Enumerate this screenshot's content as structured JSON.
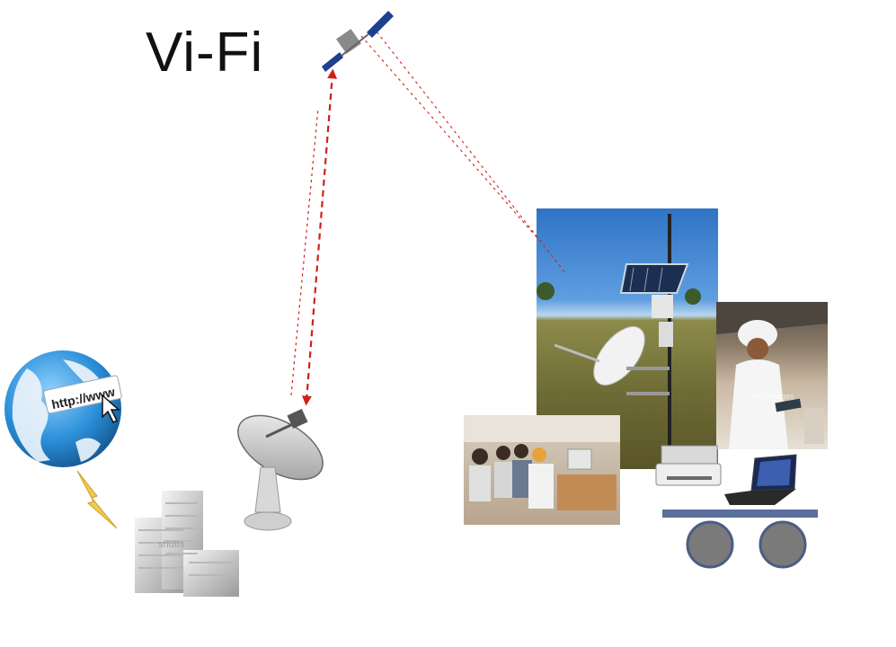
{
  "diagram": {
    "title": "Vi-Fi",
    "nodes": [
      {
        "id": "satellite",
        "icon": "satellite-icon"
      },
      {
        "id": "internet-globe",
        "icon": "globe-icon",
        "label": "http://www"
      },
      {
        "id": "lightning-link",
        "icon": "lightning-icon"
      },
      {
        "id": "city-buildings",
        "icon": "buildings-icon",
        "watermark": "shutts"
      },
      {
        "id": "ground-dish",
        "icon": "satellite-dish-icon"
      },
      {
        "id": "remote-station",
        "icon": "solar-station-photo"
      },
      {
        "id": "villager-with-device",
        "icon": "person-photo",
        "watermark": "gettyimages"
      },
      {
        "id": "village-computer-center",
        "icon": "classroom-photo"
      },
      {
        "id": "printer",
        "icon": "printer-icon"
      },
      {
        "id": "laptop",
        "icon": "laptop-icon"
      },
      {
        "id": "cart",
        "icon": "cart-icon"
      }
    ],
    "links": [
      {
        "from": "ground-dish",
        "to": "satellite",
        "style": "dashed-red",
        "bidirectional": true
      },
      {
        "from": "satellite",
        "to": "remote-station",
        "style": "dotted-red"
      },
      {
        "from": "internet-globe",
        "to": "city-buildings",
        "style": "lightning"
      }
    ],
    "colors": {
      "link": "#d0201a",
      "globe": "#2b8fd8",
      "cart": "#5a6f9a",
      "cart_wheel": "#7a7a7a"
    }
  }
}
